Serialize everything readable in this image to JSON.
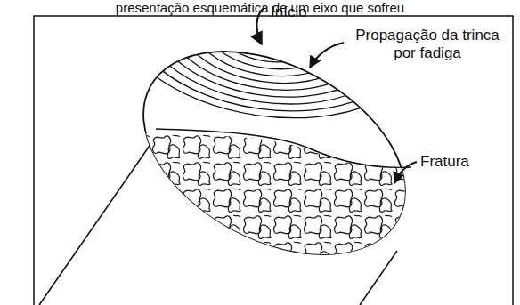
{
  "diagram": {
    "title": "presentação esquemática de um eixo que sofreu",
    "labels": [
      "Início",
      "Propagação da trinca por fadiga",
      "Fratura"
    ]
  }
}
